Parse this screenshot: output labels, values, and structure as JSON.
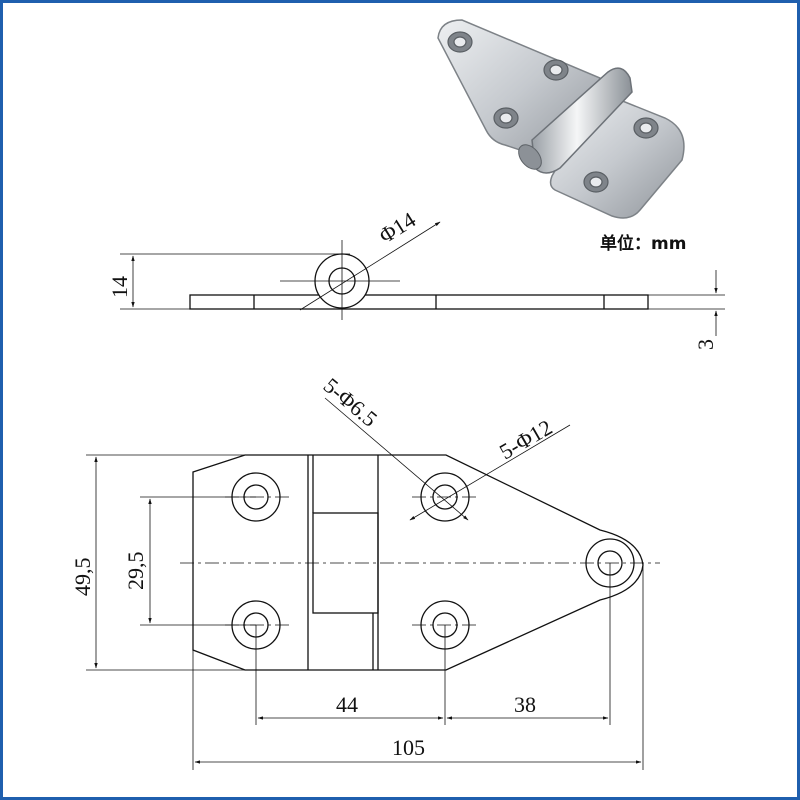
{
  "unit_label": "单位：mm",
  "dimensions": {
    "side_height": "14",
    "pin_diameter": "Φ14",
    "plate_thickness": "3",
    "overall_height": "49,5",
    "hole_spacing": "29,5",
    "small_holes": "5-Φ6.5",
    "countersink": "5-Φ12",
    "span_left": "44",
    "span_right": "38",
    "overall_length": "105"
  },
  "colors": {
    "frame": "#1f5fae",
    "steel": "#c9cdd2",
    "line": "#111111"
  }
}
